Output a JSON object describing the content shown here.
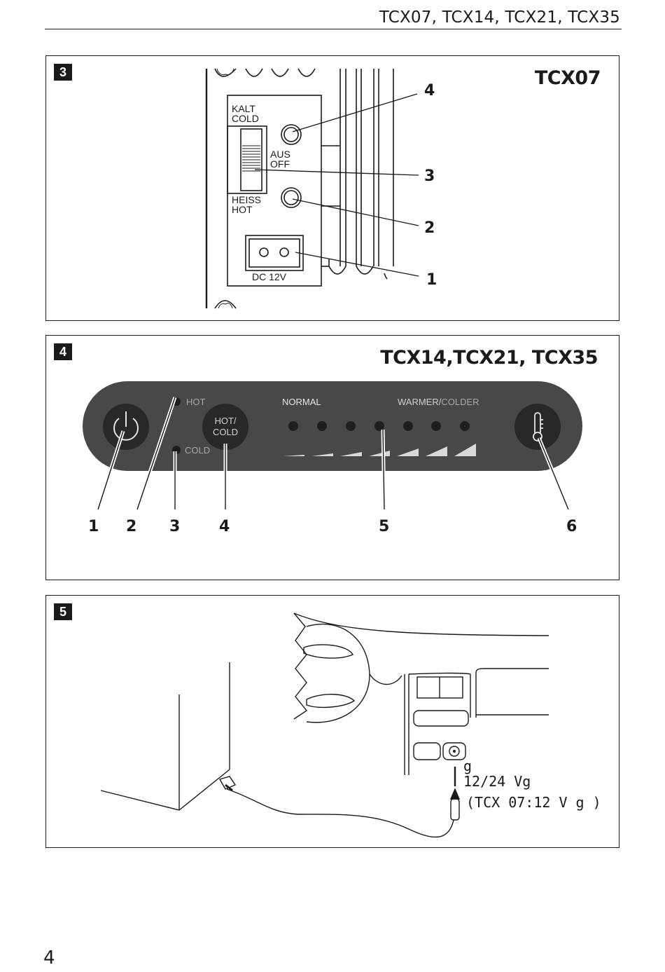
{
  "header": {
    "title": "TCX07, TCX14, TCX21, TCX35"
  },
  "page": {
    "number": "4"
  },
  "figures": [
    {
      "number": "3",
      "model": "TCX07",
      "labels": {
        "kalt": "KALT",
        "cold": "COLD",
        "aus": "AUS",
        "off": "OFF",
        "heiss": "HEISS",
        "hot": "HOT",
        "socket": "DC 12V"
      },
      "callouts": [
        "4",
        "3",
        "2",
        "1"
      ]
    },
    {
      "number": "4",
      "model": "TCX14,TCX21, TCX35",
      "labels": {
        "hot": "HOT",
        "cold": "COLD",
        "button_line1": "HOT/",
        "button_line2": "COLD",
        "normal": "NORMAL",
        "warmer": "WARMER/",
        "colder": "COLDER"
      },
      "callouts": [
        "1",
        "2",
        "3",
        "4",
        "5",
        "6"
      ]
    },
    {
      "number": "5",
      "labels": {
        "g1": "g",
        "voltage": "12/24 Vg",
        "note": "(TCX 07:12 V g )"
      }
    }
  ],
  "colors": {
    "ink": "#1a1a1a",
    "panel_dark": "#4a4748",
    "knob": "#2a2728",
    "led_off": "#1f1d1e",
    "scale_bar": "#d9d9d9",
    "muted_label": "#a8a6a7",
    "light_label": "#e6e6e6"
  },
  "icons": {
    "power": "power-icon",
    "thermometer": "thermometer-icon"
  }
}
